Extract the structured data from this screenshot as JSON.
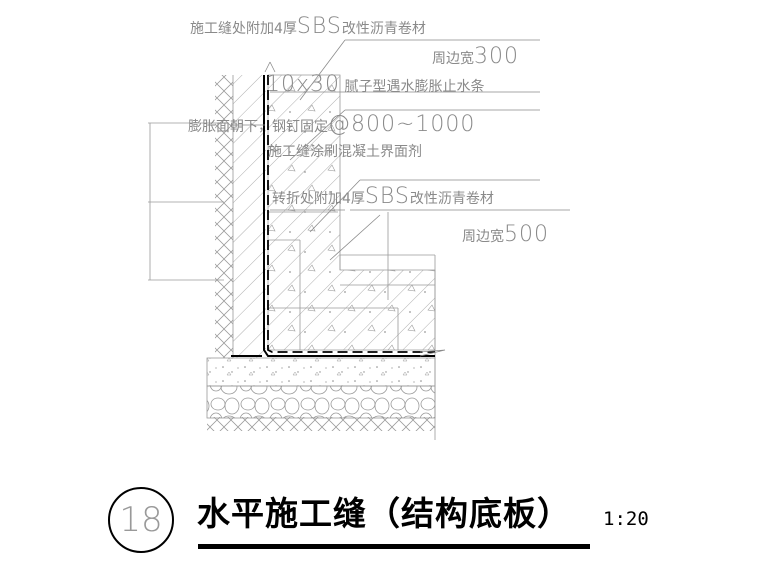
{
  "drawing": {
    "type": "construction-detail",
    "number": "18",
    "title": "水平施工缝（结构底板）",
    "scale": "1:20",
    "line_color": "#8a8a8a",
    "membrane_color": "#000000"
  },
  "annotations": [
    {
      "id": "sbs-joint",
      "text": "施工缝处附加4厚SBS改性沥青卷材",
      "prefix": "施工缝处附加4厚",
      "big": "SBS",
      "suffix": "改性沥青卷材"
    },
    {
      "id": "sbs-joint-width",
      "text": "周边宽300",
      "prefix": "周边宽",
      "big": "300"
    },
    {
      "id": "waterstop",
      "text": "10x30腻子型遇水膨胀止水条",
      "big": "10x30",
      "suffix": "腻子型遇水膨胀止水条"
    },
    {
      "id": "nail-fix",
      "text": "膨胀面朝下，钢钉固定@800~1000",
      "prefix": "膨胀面朝下，钢钉固定",
      "big": "@800~1000"
    },
    {
      "id": "interface-agent",
      "text": "施工缝涂刷混凝土界面剂"
    },
    {
      "id": "sbs-corner",
      "text": "转折处附加4厚SBS改性沥青卷材",
      "prefix": "转折处附加4厚",
      "big": "SBS",
      "suffix": "改性沥青卷材"
    },
    {
      "id": "sbs-corner-width",
      "text": "周边宽500",
      "prefix": "周边宽",
      "big": "500"
    }
  ],
  "layers": [
    "brick-protection-wall",
    "concrete-wall",
    "waterproof-membrane",
    "structural-base-slab",
    "plain-concrete-cushion",
    "gravel-bed",
    "compacted-soil"
  ]
}
